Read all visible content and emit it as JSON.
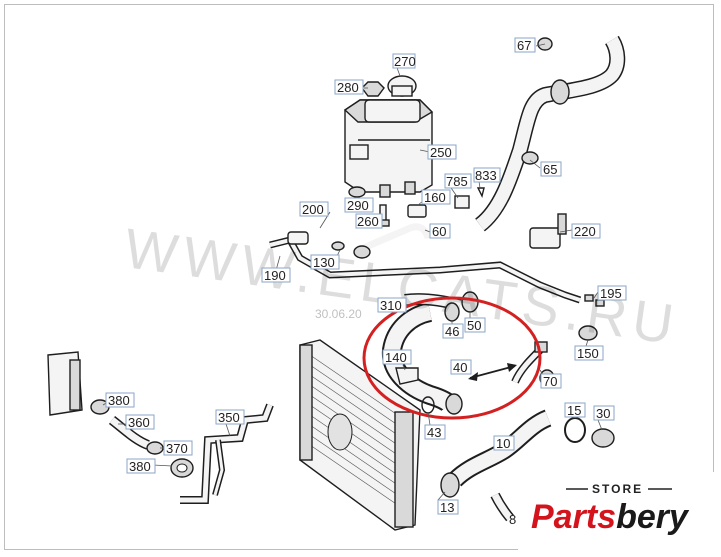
{
  "watermark": {
    "url": "WWW.ELCATS.RU",
    "date": "30.06.20"
  },
  "brand": {
    "store": "STORE",
    "name_part1": "Parts",
    "name_part2": "bery",
    "color_red": "#d4141c",
    "color_dark": "#1a1a1a"
  },
  "highlight_color": "#d42020",
  "labels": {
    "l10": "10",
    "l13": "13",
    "l15": "15",
    "l30": "30",
    "l40": "40",
    "l43": "43",
    "l46": "46",
    "l50": "50",
    "l60": "60",
    "l65": "65",
    "l67": "67",
    "l70": "70",
    "l130": "130",
    "l140": "140",
    "l150": "150",
    "l160": "160",
    "l190": "190",
    "l195": "195",
    "l200": "200",
    "l220": "220",
    "l250": "250",
    "l260": "260",
    "l270": "270",
    "l280": "280",
    "l290": "290",
    "l310": "310",
    "l350": "350",
    "l360": "360",
    "l370": "370",
    "l380a": "380",
    "l380b": "380",
    "l785": "785",
    "l833": "833",
    "l8": "8"
  }
}
